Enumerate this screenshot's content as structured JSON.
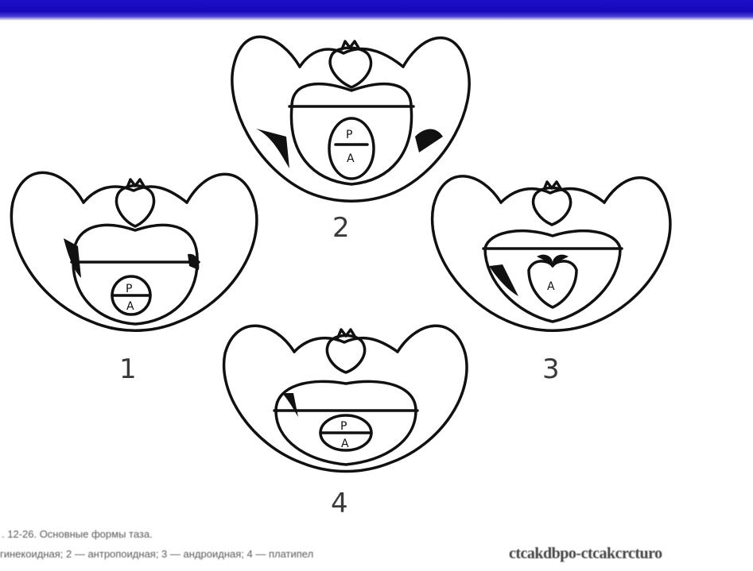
{
  "slide": {
    "header_color": "#1708b8",
    "labels": [
      "1",
      "2",
      "3",
      "4"
    ],
    "inner_letters": {
      "pelvis1": [
        "P",
        "A"
      ],
      "pelvis2": [
        "P",
        "A"
      ],
      "pelvis3": [
        "A"
      ],
      "pelvis4": [
        "P",
        "A"
      ]
    },
    "caption_line1": ". 12-26. Основные формы таза.",
    "caption_line2": "гинекоидная; 2 — антропоидная; 3 — андроидная; 4 — платипел",
    "watermark": "ctcakdbpo-ctcakcrcturo"
  }
}
